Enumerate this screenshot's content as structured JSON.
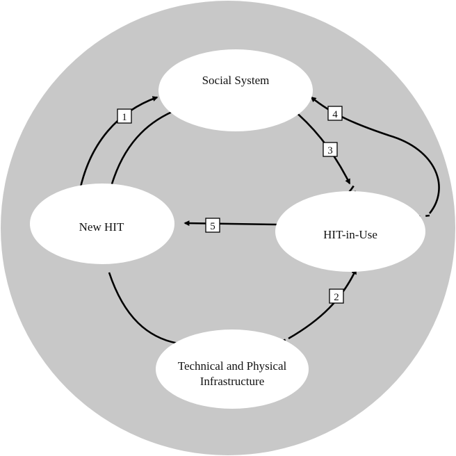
{
  "colors": {
    "background_circle": "#c8c8c8",
    "node_fill": "#ffffff",
    "line": "#000000"
  },
  "nodes": {
    "social_system": "Social System",
    "new_hit": "New HIT",
    "hit_in_use": "HIT-in-Use",
    "infrastructure_line1": "Technical and Physical",
    "infrastructure_line2": "Infrastructure"
  },
  "edges": {
    "e1": "1",
    "e2": "2",
    "e3": "3",
    "e4": "4",
    "e5": "5"
  }
}
